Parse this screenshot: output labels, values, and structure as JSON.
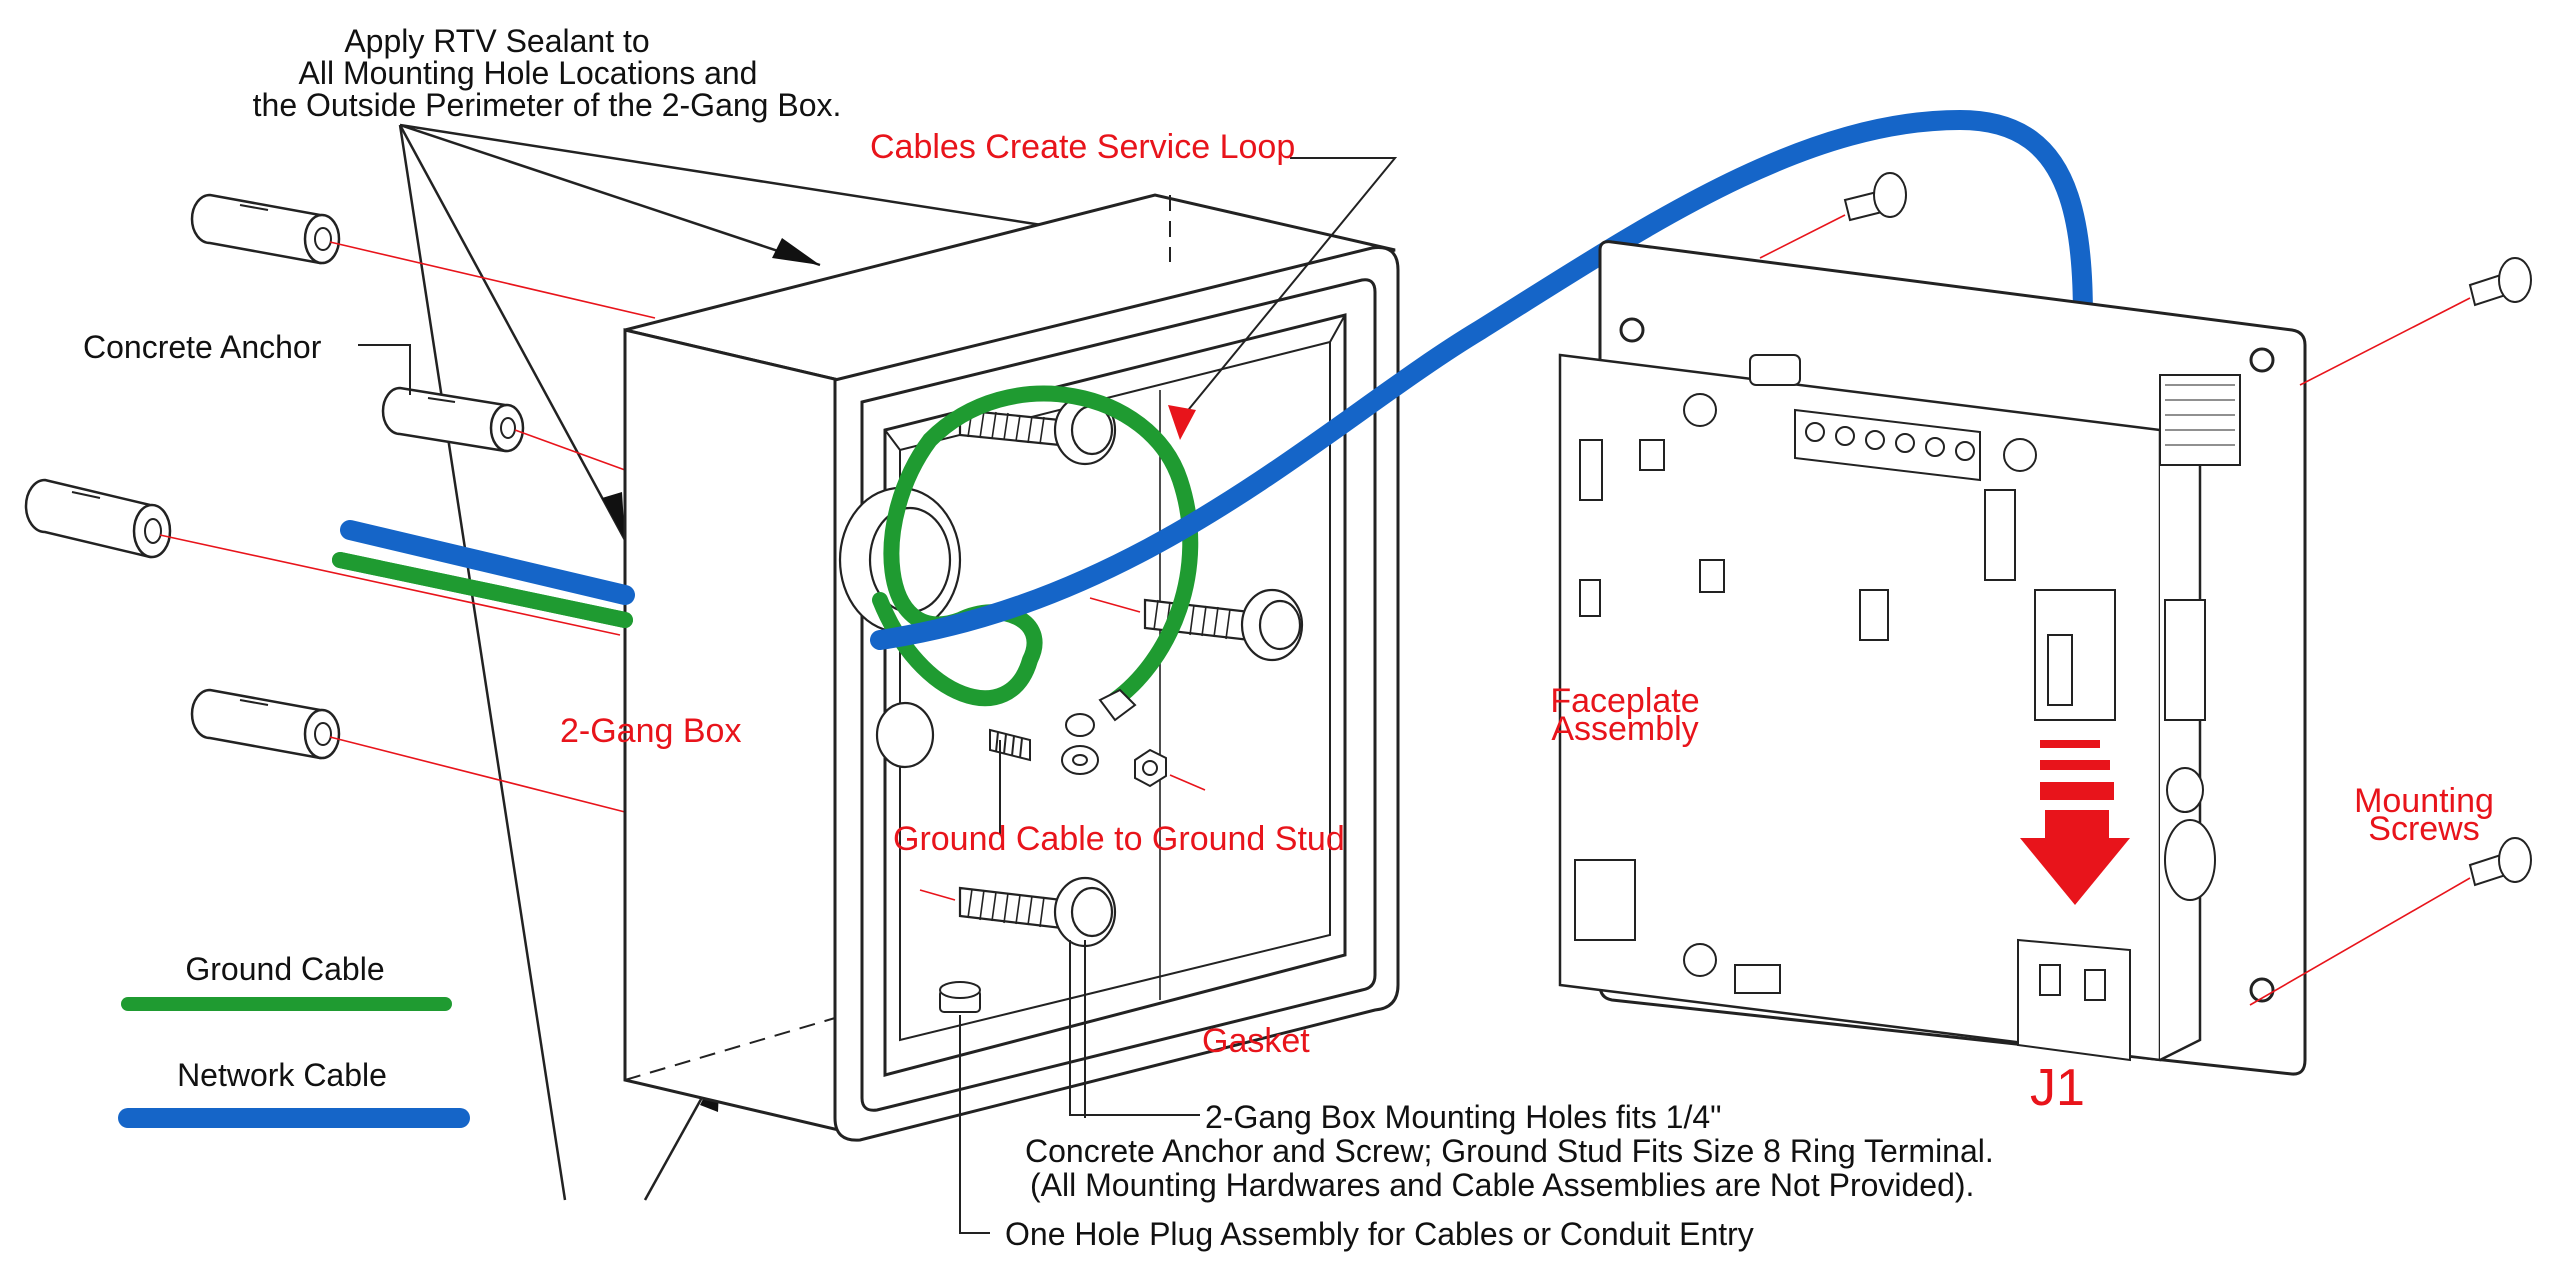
{
  "colors": {
    "red": "#e8141b",
    "blue": "#1565c8",
    "green": "#1f9b31",
    "line": "#222222"
  },
  "labels": {
    "rtv": [
      "Apply RTV Sealant to",
      "All Mounting Hole Locations and",
      "the Outside Perimeter of the 2-Gang Box."
    ],
    "service_loop": "Cables Create Service Loop",
    "concrete_anchor": "Concrete Anchor",
    "two_gang_box": "2-Gang Box",
    "ground_to_stud": "Ground Cable to Ground Stud",
    "faceplate": [
      "Faceplate",
      "Assembly"
    ],
    "mounting_screws": [
      "Mounting",
      "Screws"
    ],
    "gasket": "Gasket",
    "j1": "J1",
    "mounting_holes_note": [
      "2-Gang Box Mounting Holes fits 1/4\"",
      "Concrete Anchor and Screw; Ground Stud Fits Size 8 Ring Terminal.",
      "(All Mounting Hardwares and Cable Assemblies are Not Provided)."
    ],
    "hole_plug": "One Hole Plug Assembly for Cables or Conduit Entry"
  },
  "legend": {
    "ground_cable": "Ground Cable",
    "network_cable": "Network Cable"
  }
}
